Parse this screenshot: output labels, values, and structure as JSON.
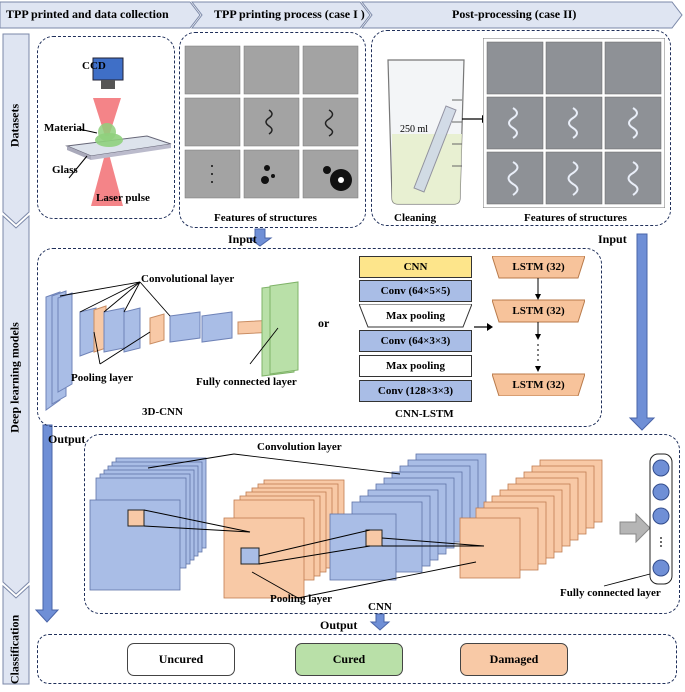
{
  "header": {
    "stage1": "TPP printed and data collection",
    "stage2": "TPP printing process (case I )",
    "stage3": "Post-processing (case II)"
  },
  "side_labels": {
    "datasets": "Datasets",
    "models": "Deep learning models",
    "classification": "Classification"
  },
  "datasets": {
    "setup": {
      "ccd": "CCD",
      "material": "Material",
      "glass": "Glass",
      "laser": "Laser pulse"
    },
    "case1_caption": "Features of structures",
    "cleaning": "Cleaning",
    "beaker_label": "250 ml",
    "case2_caption": "Features of structures",
    "input_left": "Input",
    "input_right": "Input"
  },
  "cnn3d": {
    "conv_label": "Convolutional layer",
    "pool_label": "Pooling layer",
    "fc_label": "Fully connected layer",
    "caption": "3D-CNN"
  },
  "or_text": "or",
  "cnn_lstm": {
    "rows": [
      "CNN",
      "Conv (64×5×5)",
      "Max pooling",
      "Conv (64×3×3)",
      "Max pooling",
      "Conv (128×3×3)"
    ],
    "lstm": [
      "LSTM (32)",
      "LSTM (32)",
      "LSTM (32)"
    ],
    "caption": "CNN-LSTM"
  },
  "cnn2d": {
    "output_left": "Output",
    "conv_label": "Convolution layer",
    "pool_label": "Pooling layer",
    "fc_label": "Fully connected layer",
    "caption": "CNN",
    "output_bottom": "Output"
  },
  "classes": [
    "Uncured",
    "Cured",
    "Damaged"
  ],
  "colors": {
    "blue": "#a9bde6",
    "orange": "#f8c9a6",
    "green": "#b9e0a8",
    "lstm": "#f7c39b",
    "cnn_head": "#fde58b",
    "arrow": "#6f8fd6",
    "header": "#dfe5f2"
  }
}
